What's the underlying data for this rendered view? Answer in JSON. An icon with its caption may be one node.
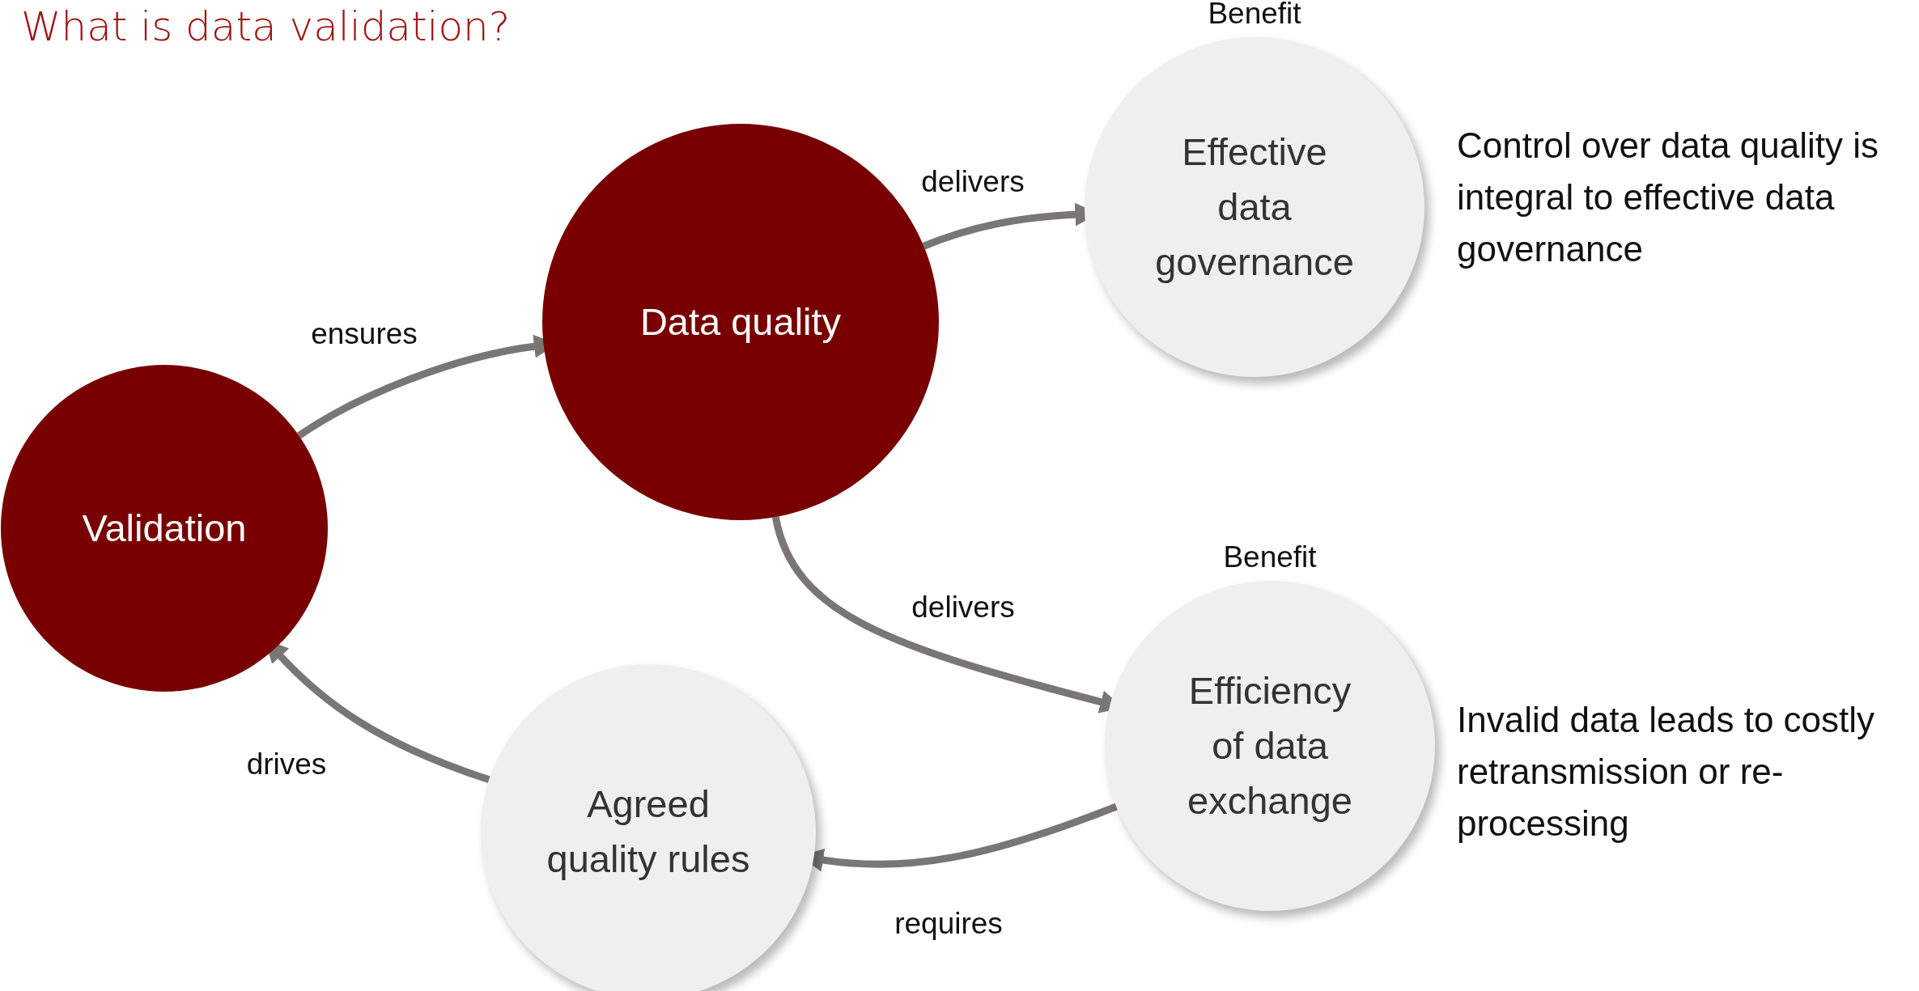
{
  "diagram": {
    "title": "What is data validation?",
    "nodes": [
      {
        "text": [
          "Validation"
        ]
      },
      {
        "text": [
          "Data quality"
        ]
      },
      {
        "text": [
          "Benefit",
          "Effective data governance"
        ],
        "beside": [
          "Control over data quality is integral to effective data governance"
        ]
      },
      {
        "text": [
          "Benefit",
          "Efficiency of data exchange"
        ],
        "beside": [
          "Invalid data leads to costly retransmission or re-processing"
        ]
      },
      {
        "text": [
          "Agreed quality rules"
        ]
      }
    ],
    "edges": [
      {
        "from": 0,
        "to": 1,
        "arrow": "to",
        "label": "ensures"
      },
      {
        "from": 1,
        "to": 2,
        "arrow": "to",
        "label": "delivers"
      },
      {
        "from": 1,
        "to": 3,
        "arrow": "to",
        "label": "delivers"
      },
      {
        "from": 3,
        "to": 4,
        "arrow": "to",
        "label": "requires"
      },
      {
        "from": 4,
        "to": 0,
        "arrow": "to",
        "label": "drives"
      }
    ]
  }
}
